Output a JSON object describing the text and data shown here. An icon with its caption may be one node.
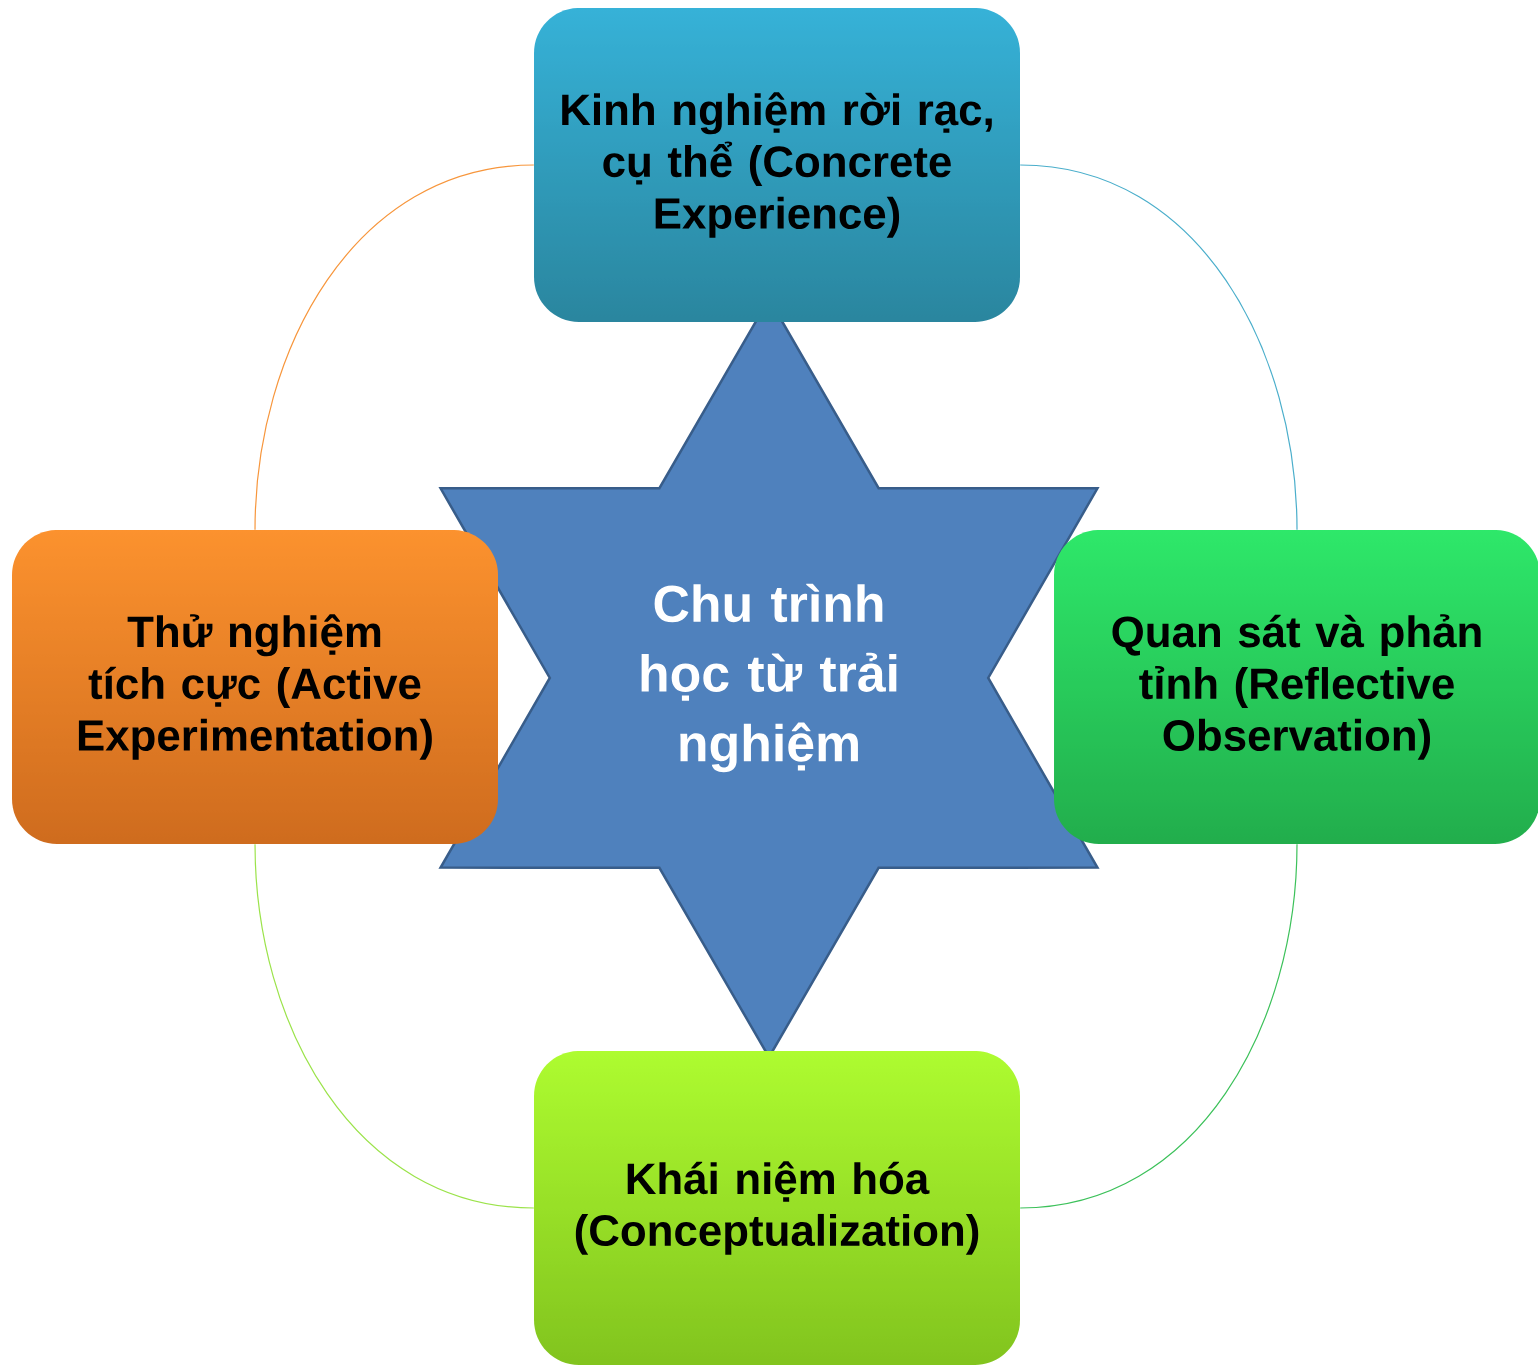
{
  "diagram": {
    "nodes": [
      {
        "text": [
          "Chu trình học từ trải nghiệm"
        ]
      },
      {
        "text": [
          "Kinh nghiệm rời rạc, cụ thể (Concrete Experience)"
        ]
      },
      {
        "text": [
          "Quan sát và phản tỉnh (Reflective Observation)"
        ]
      },
      {
        "text": [
          "Khái niệm hóa (Conceptualization)"
        ]
      },
      {
        "text": [
          "Thử nghiệm tích cực (Active Experimentation)"
        ]
      }
    ],
    "edges": [
      {
        "from": 1,
        "to": 2,
        "arrow": "none",
        "color": "#4aaecb"
      },
      {
        "from": 2,
        "to": 3,
        "arrow": "none",
        "color": "#3cc15a"
      },
      {
        "from": 3,
        "to": 4,
        "arrow": "none",
        "color": "#9be34a"
      },
      {
        "from": 4,
        "to": 1,
        "arrow": "none",
        "color": "#f7963c"
      }
    ]
  }
}
